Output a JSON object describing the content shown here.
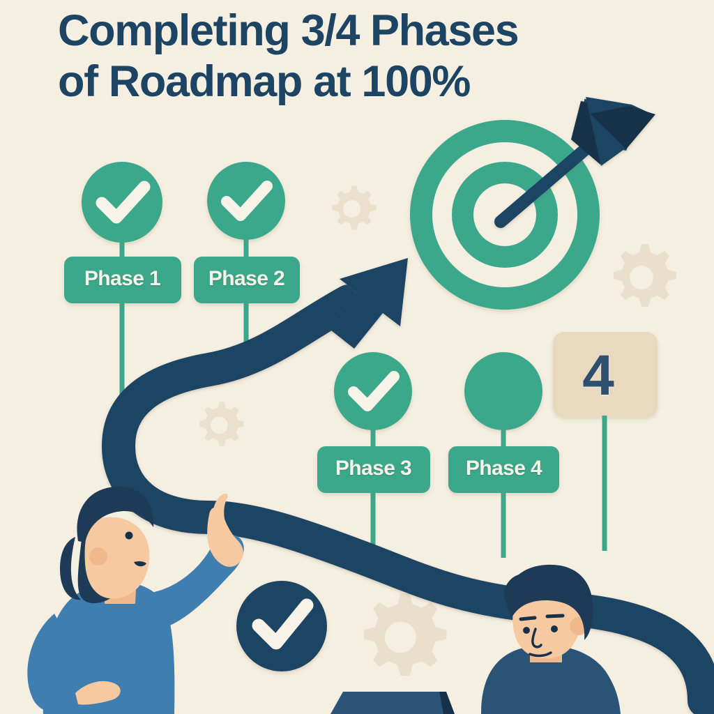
{
  "poster": {
    "title": "Completing 3/4 Phases\nof Roadmap at 100%",
    "title_line_1": "Completing 3/4 Phases",
    "title_line_2": "of Roadmap at 100%",
    "completion_percent": "100%",
    "phases_completed": "3",
    "phases_total": "4"
  },
  "palette": {
    "background": "#f5efe1",
    "navy": "#1e4464",
    "navy_dark": "#16324a",
    "green": "#3ba88c",
    "green_dark": "#2f9279",
    "cream": "#f7f3e8",
    "beige_card": "#e8d9bf",
    "gear_beige": "#e9dfc9",
    "skin": "#f7c9a0",
    "shirt_blue": "#3f7eae",
    "shirt_blue_dark": "#2d5f86",
    "hair_navy": "#1d3a57"
  },
  "milestones": [
    {
      "label": "Phase 1",
      "status": "complete",
      "marker": "check-icon"
    },
    {
      "label": "Phase 2",
      "status": "complete",
      "marker": "check-icon"
    },
    {
      "label": "Phase 3",
      "status": "complete",
      "marker": "check-icon"
    },
    {
      "label": "Phase 4",
      "status": "incomplete",
      "marker": "empty-circle"
    }
  ],
  "card": {
    "number": "4"
  },
  "icons": {
    "target": "target-bullseye-icon",
    "arrow": "dart-arrow-icon",
    "path_arrow": "roadmap-arrow-icon",
    "check_badge": "check-badge-icon",
    "gears": [
      "gear-icon",
      "gear-icon",
      "gear-icon",
      "gear-icon"
    ],
    "laptop": "laptop-icon"
  },
  "figures": [
    {
      "name": "woman-pointing",
      "pose": "pointing-up"
    },
    {
      "name": "man-standing",
      "pose": "facing-left"
    }
  ]
}
